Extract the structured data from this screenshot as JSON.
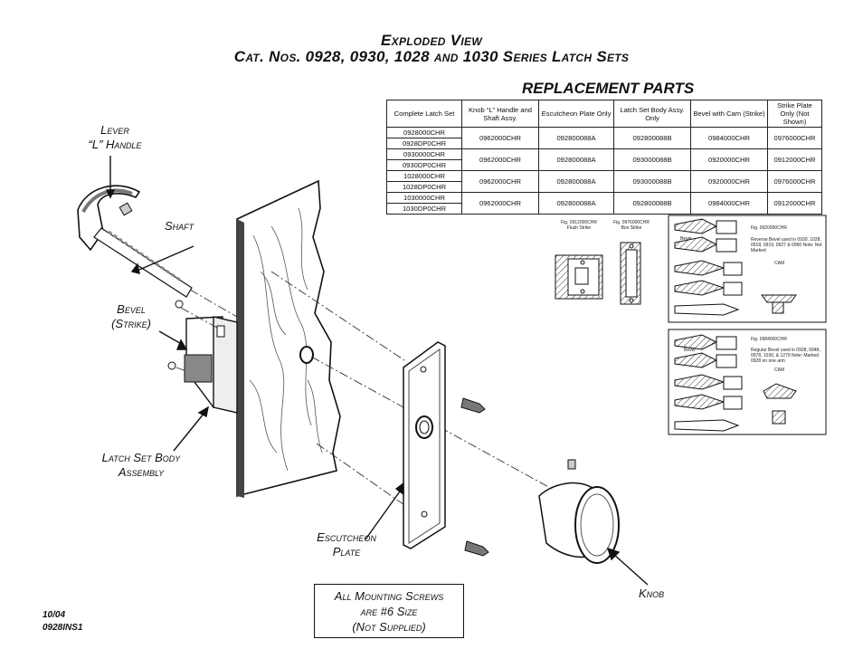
{
  "header": {
    "title_line1": "Exploded View",
    "title_line2": "Cat. Nos. 0928, 0930, 1028 and 1030  Series Latch Sets"
  },
  "replacement_title": "REPLACEMENT PARTS",
  "table": {
    "headers": [
      "Complete Latch Set",
      "Knob “L” Handle and Shaft Assy.",
      "Escutcheon Plate Only",
      "Latch Set Body Assy. Only",
      "Bevel with Cam (Strike)",
      "Strike Plate Only (Not Shown)"
    ],
    "groups": [
      {
        "sets": [
          "0928000CHR",
          "0928DP0CHR"
        ],
        "knob": "0962000CHR",
        "escutcheon": "092800088A",
        "body": "092800088B",
        "bevel": "0984000CHR",
        "strike": "0976000CHR"
      },
      {
        "sets": [
          "0930000CHR",
          "0930DP0CHR"
        ],
        "knob": "0962000CHR",
        "escutcheon": "092800088A",
        "body": "093000088B",
        "bevel": "0920000CHR",
        "strike": "0912000CHR"
      },
      {
        "sets": [
          "1028000CHR",
          "1028DP0CHR"
        ],
        "knob": "0962000CHR",
        "escutcheon": "092800088A",
        "body": "093000088B",
        "bevel": "0920000CHR",
        "strike": "0976000CHR"
      },
      {
        "sets": [
          "1030000CHR",
          "1030DP0CHR"
        ],
        "knob": "0962000CHR",
        "escutcheon": "092800088A",
        "body": "092800088B",
        "bevel": "0984000CHR",
        "strike": "0912000CHR"
      }
    ]
  },
  "labels": {
    "lever_line1": "Lever",
    "lever_line2": "“L” Handle",
    "shaft": "Shaft",
    "bevel_line1": "Bevel",
    "bevel_line2": "(Strike)",
    "latch_line1": "Latch Set Body",
    "latch_line2": "Assembly",
    "escutcheon_line1": "Escutcheon",
    "escutcheon_line2": "Plate",
    "knob": "Knob"
  },
  "figures": {
    "flush_caption1": "Fig. 0912000CHR",
    "flush_caption2": "Flush Strike",
    "box_caption1": "Fig. 0976000CHR",
    "box_caption2": "Box Strike",
    "panel1_fig": "Fig. 0920000CHR",
    "panel1_bevel": "Bevel",
    "panel1_note": "Reverse Bevel used in 0930, 1028, 0918, 0919, 0927 & 0960 Note: Not Marked",
    "panel1_cam": "CAM",
    "panel2_fig": "Fig. 0984000CHR",
    "panel2_bevel": "Bevel",
    "panel2_note": "Regular Bevel used in 0928, 0948, 0978, 1030, & 1279 Note: Marked 0928 on one arm",
    "panel2_cam": "CAM"
  },
  "note_box": {
    "line1": "All Mounting Screws",
    "line2": "are #6 Size",
    "line3": "(Not Supplied)"
  },
  "footer": {
    "date": "10/04",
    "doc_id": "0928INS1"
  }
}
